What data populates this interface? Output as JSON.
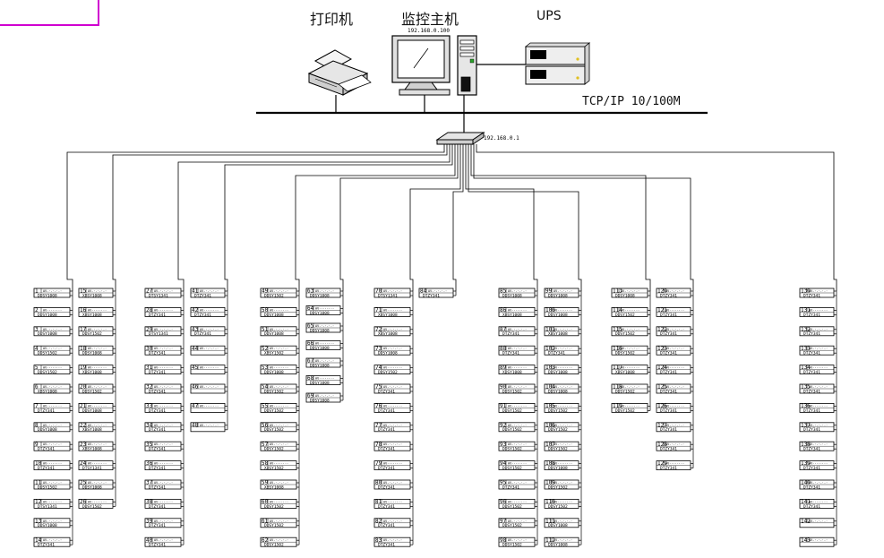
{
  "titles": {
    "printer": "打印机",
    "host": "监控主机",
    "ups": "UPS",
    "network": "TCP/IP 10/100M"
  },
  "host_ip": "192.168.0.100",
  "switch_ip": "192.168.0.1",
  "columns": [
    {
      "meters": [
        {
          "num": "1",
          "model": "DDSY1008"
        },
        {
          "num": "2",
          "model": "DDSY1008"
        },
        {
          "num": "3",
          "model": "DDSY1008"
        },
        {
          "num": "4",
          "model": "DDSY1502"
        },
        {
          "num": "5",
          "model": "DDSY1502"
        },
        {
          "num": "6",
          "model": "XBSY1008"
        },
        {
          "num": "7",
          "model": "DTZY341"
        },
        {
          "num": "8",
          "model": "DDSY1008"
        },
        {
          "num": "9",
          "model": "DTZY341"
        },
        {
          "num": "10",
          "model": "DTZY341"
        },
        {
          "num": "11",
          "model": "DDSY1502"
        },
        {
          "num": "12",
          "model": "DTSY1341"
        },
        {
          "num": "13",
          "model": "DDSY1008"
        },
        {
          "num": "14",
          "model": "DTZY341"
        }
      ]
    },
    {
      "meters": [
        {
          "num": "15",
          "model": "XBSY1008"
        },
        {
          "num": "16",
          "model": "XBSY1008"
        },
        {
          "num": "17",
          "model": "DDSY1502"
        },
        {
          "num": "18",
          "model": "DDSY1008"
        },
        {
          "num": "19",
          "model": "XBSY1008"
        },
        {
          "num": "20",
          "model": "DDSY1502"
        },
        {
          "num": "21",
          "model": "DDSY1008"
        },
        {
          "num": "22",
          "model": "XBSY1008"
        },
        {
          "num": "23",
          "model": "XBSY1008"
        },
        {
          "num": "24",
          "model": "DTSY1341"
        },
        {
          "num": "25",
          "model": "DDSY1008"
        },
        {
          "num": "26",
          "model": "DDSY1502"
        }
      ]
    },
    {
      "meters": [
        {
          "num": "27",
          "model": "DTSY1341"
        },
        {
          "num": "28",
          "model": "DTZY341"
        },
        {
          "num": "29",
          "model": "DTSY1341"
        },
        {
          "num": "30",
          "model": "DTZY341"
        },
        {
          "num": "31",
          "model": "DTZY341"
        },
        {
          "num": "32",
          "model": "DTZY341"
        },
        {
          "num": "33",
          "model": "DTZY341"
        },
        {
          "num": "34",
          "model": "DTZY341"
        },
        {
          "num": "35",
          "model": "DTZY341"
        },
        {
          "num": "36",
          "model": "DTZY341"
        },
        {
          "num": "37",
          "model": "DTZY341"
        },
        {
          "num": "38",
          "model": "DTZY341"
        },
        {
          "num": "39",
          "model": "DTZY341"
        },
        {
          "num": "40",
          "model": "DTZY341"
        }
      ]
    },
    {
      "meters": [
        {
          "num": "41",
          "model": "DTZY341"
        },
        {
          "num": "42",
          "model": "DTZY341"
        },
        {
          "num": "43",
          "model": "DTZY341"
        },
        {
          "num": "44",
          "model": ""
        },
        {
          "num": "45",
          "model": ""
        },
        {
          "num": "46",
          "model": ""
        },
        {
          "num": "47",
          "model": ""
        },
        {
          "num": "48",
          "model": ""
        }
      ]
    },
    {
      "meters": [
        {
          "num": "49",
          "model": "DDSY1502"
        },
        {
          "num": "50",
          "model": "DDSY1008"
        },
        {
          "num": "51",
          "model": "DDSY1008"
        },
        {
          "num": "52",
          "model": "XBSY1502"
        },
        {
          "num": "53",
          "model": "DDSY1008"
        },
        {
          "num": "54",
          "model": "DDSY1502"
        },
        {
          "num": "55",
          "model": "DDSY1502"
        },
        {
          "num": "56",
          "model": "DDSY1502"
        },
        {
          "num": "57",
          "model": "DDSY1502"
        },
        {
          "num": "58",
          "model": "XBSY1502"
        },
        {
          "num": "59",
          "model": "XBSY1008"
        },
        {
          "num": "60",
          "model": "DDSY1502"
        },
        {
          "num": "61",
          "model": "DDSY1502"
        },
        {
          "num": "62",
          "model": "DDSY1502"
        }
      ]
    },
    {
      "meters": [
        {
          "num": "63",
          "model": "DDSY1008"
        },
        {
          "num": "64",
          "model": "DDSY1008"
        },
        {
          "num": "65",
          "model": "DDSY1008"
        },
        {
          "num": "66",
          "model": "DDSY1008"
        },
        {
          "num": "67",
          "model": "DDSY1008"
        },
        {
          "num": "68",
          "model": "DDSY1008"
        },
        {
          "num": "69",
          "model": "DDSY1008"
        }
      ]
    },
    {
      "meters": [
        {
          "num": "70",
          "model": "DTSY1341"
        },
        {
          "num": "71",
          "model": "XBSY1008"
        },
        {
          "num": "72",
          "model": "XBSY1008"
        },
        {
          "num": "73",
          "model": "DDSY1008"
        },
        {
          "num": "74",
          "model": "DDSY1502"
        },
        {
          "num": "75",
          "model": "DTZY341"
        },
        {
          "num": "76",
          "model": "DTZY341"
        },
        {
          "num": "77",
          "model": "DTZY341"
        },
        {
          "num": "78",
          "model": "DTZY341"
        },
        {
          "num": "79",
          "model": "DTZY341"
        },
        {
          "num": "80",
          "model": "DTZY341"
        },
        {
          "num": "81",
          "model": "DTZY341"
        },
        {
          "num": "82",
          "model": "DTZY341"
        },
        {
          "num": "83",
          "model": "DTZY341"
        }
      ]
    },
    {
      "meters": [
        {
          "num": "84",
          "model": "DTZY341"
        }
      ]
    },
    {
      "meters": [
        {
          "num": "85",
          "model": "DDSY1008"
        },
        {
          "num": "86",
          "model": "XBSY1008"
        },
        {
          "num": "87",
          "model": "DTZY341"
        },
        {
          "num": "88",
          "model": "DTZY341"
        },
        {
          "num": "89",
          "model": "XDSY1008"
        },
        {
          "num": "90",
          "model": "DDSY1502"
        },
        {
          "num": "91",
          "model": "DDSY1502"
        },
        {
          "num": "92",
          "model": "DDSY1502"
        },
        {
          "num": "93",
          "model": "DDSY1502"
        },
        {
          "num": "94",
          "model": "DDSY1502"
        },
        {
          "num": "95",
          "model": "DTZY341"
        },
        {
          "num": "96",
          "model": "DDSY1502"
        },
        {
          "num": "97",
          "model": "DDSY1502"
        },
        {
          "num": "98",
          "model": "DDSY1502"
        }
      ]
    },
    {
      "meters": [
        {
          "num": "99",
          "model": "DDSY1008"
        },
        {
          "num": "100",
          "model": "DDSY1008"
        },
        {
          "num": "101",
          "model": "XBSY1008"
        },
        {
          "num": "102",
          "model": "DTZY341"
        },
        {
          "num": "103",
          "model": "DDSY1008"
        },
        {
          "num": "104",
          "model": "DDSY1008"
        },
        {
          "num": "105",
          "model": "DDSY1502"
        },
        {
          "num": "106",
          "model": "DDSY1502"
        },
        {
          "num": "107",
          "model": "DDSY1502"
        },
        {
          "num": "108",
          "model": "DDSY1008"
        },
        {
          "num": "109",
          "model": "DDSY1502"
        },
        {
          "num": "110",
          "model": "DDSY1502"
        },
        {
          "num": "111",
          "model": "DDSY1008"
        },
        {
          "num": "112",
          "model": "DDSY1008"
        }
      ]
    },
    {
      "meters": [
        {
          "num": "113",
          "model": "DDSY1008"
        },
        {
          "num": "114",
          "model": "DDSY1502"
        },
        {
          "num": "115",
          "model": "DDSY1502"
        },
        {
          "num": "116",
          "model": "DDSY1502"
        },
        {
          "num": "117",
          "model": "XBSY1008"
        },
        {
          "num": "118",
          "model": "DDSY1502"
        },
        {
          "num": "119",
          "model": "DDSY1502"
        }
      ]
    },
    {
      "meters": [
        {
          "num": "120",
          "model": "DTZY341"
        },
        {
          "num": "121",
          "model": "DTZY341"
        },
        {
          "num": "122",
          "model": "DTZY341"
        },
        {
          "num": "123",
          "model": "DTZY341"
        },
        {
          "num": "124",
          "model": "DTZY341"
        },
        {
          "num": "125",
          "model": "DTZY341"
        },
        {
          "num": "126",
          "model": "DTZY341"
        },
        {
          "num": "127",
          "model": "DTZY341"
        },
        {
          "num": "128",
          "model": "DTZY341"
        },
        {
          "num": "129",
          "model": "DTZY341"
        }
      ]
    },
    {
      "meters": [
        {
          "num": "130",
          "model": "DTZY341"
        },
        {
          "num": "131",
          "model": "DTZY341"
        },
        {
          "num": "132",
          "model": "DTZY341"
        },
        {
          "num": "133",
          "model": "DTZY341"
        },
        {
          "num": "134",
          "model": "DTZY341"
        },
        {
          "num": "135",
          "model": "DTZY341"
        },
        {
          "num": "136",
          "model": "DTZY341"
        },
        {
          "num": "137",
          "model": "DTZY341"
        },
        {
          "num": "138",
          "model": "DTZY341"
        },
        {
          "num": "139",
          "model": "DTZY341"
        },
        {
          "num": "140",
          "model": "DTZY341"
        },
        {
          "num": "141",
          "model": "DTZY341"
        },
        {
          "num": "142",
          "model": ""
        },
        {
          "num": "143",
          "model": ""
        }
      ]
    }
  ]
}
